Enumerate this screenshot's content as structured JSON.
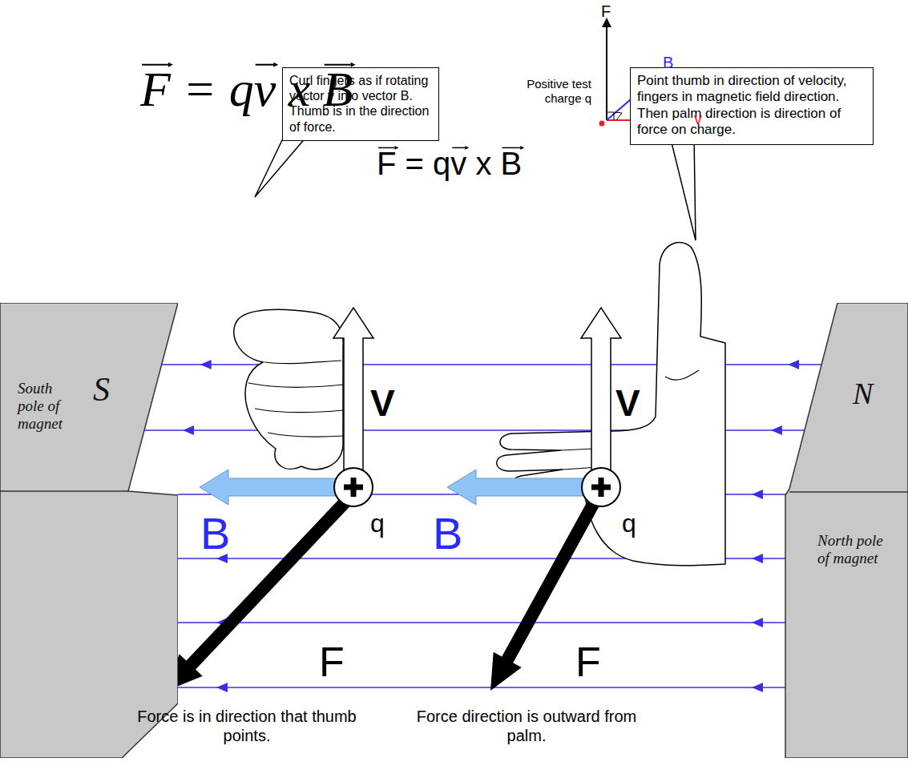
{
  "diagram": {
    "nodes": [
      {
        "text": [
          "Curl fingers as if rotating vector v into vector B. Thumb is in the direction of force."
        ]
      },
      {
        "text": [
          "Point thumb in direction of velocity, fingers in magnetic field direction. Then palm direction is direction of force on charge."
        ]
      },
      {
        "text": [
          "S",
          "South pole of magnet"
        ]
      },
      {
        "text": [
          "N",
          "North pole of magnet"
        ]
      }
    ],
    "labels": [
      "F = qv x B",
      "F",
      "B",
      "Positive test charge q",
      "v",
      "F = qv x B",
      "V",
      "V",
      "B",
      "q",
      "B",
      "q",
      "F",
      "F",
      "Force is in direction that thumb points.",
      "Force direction is outward from palm."
    ]
  }
}
